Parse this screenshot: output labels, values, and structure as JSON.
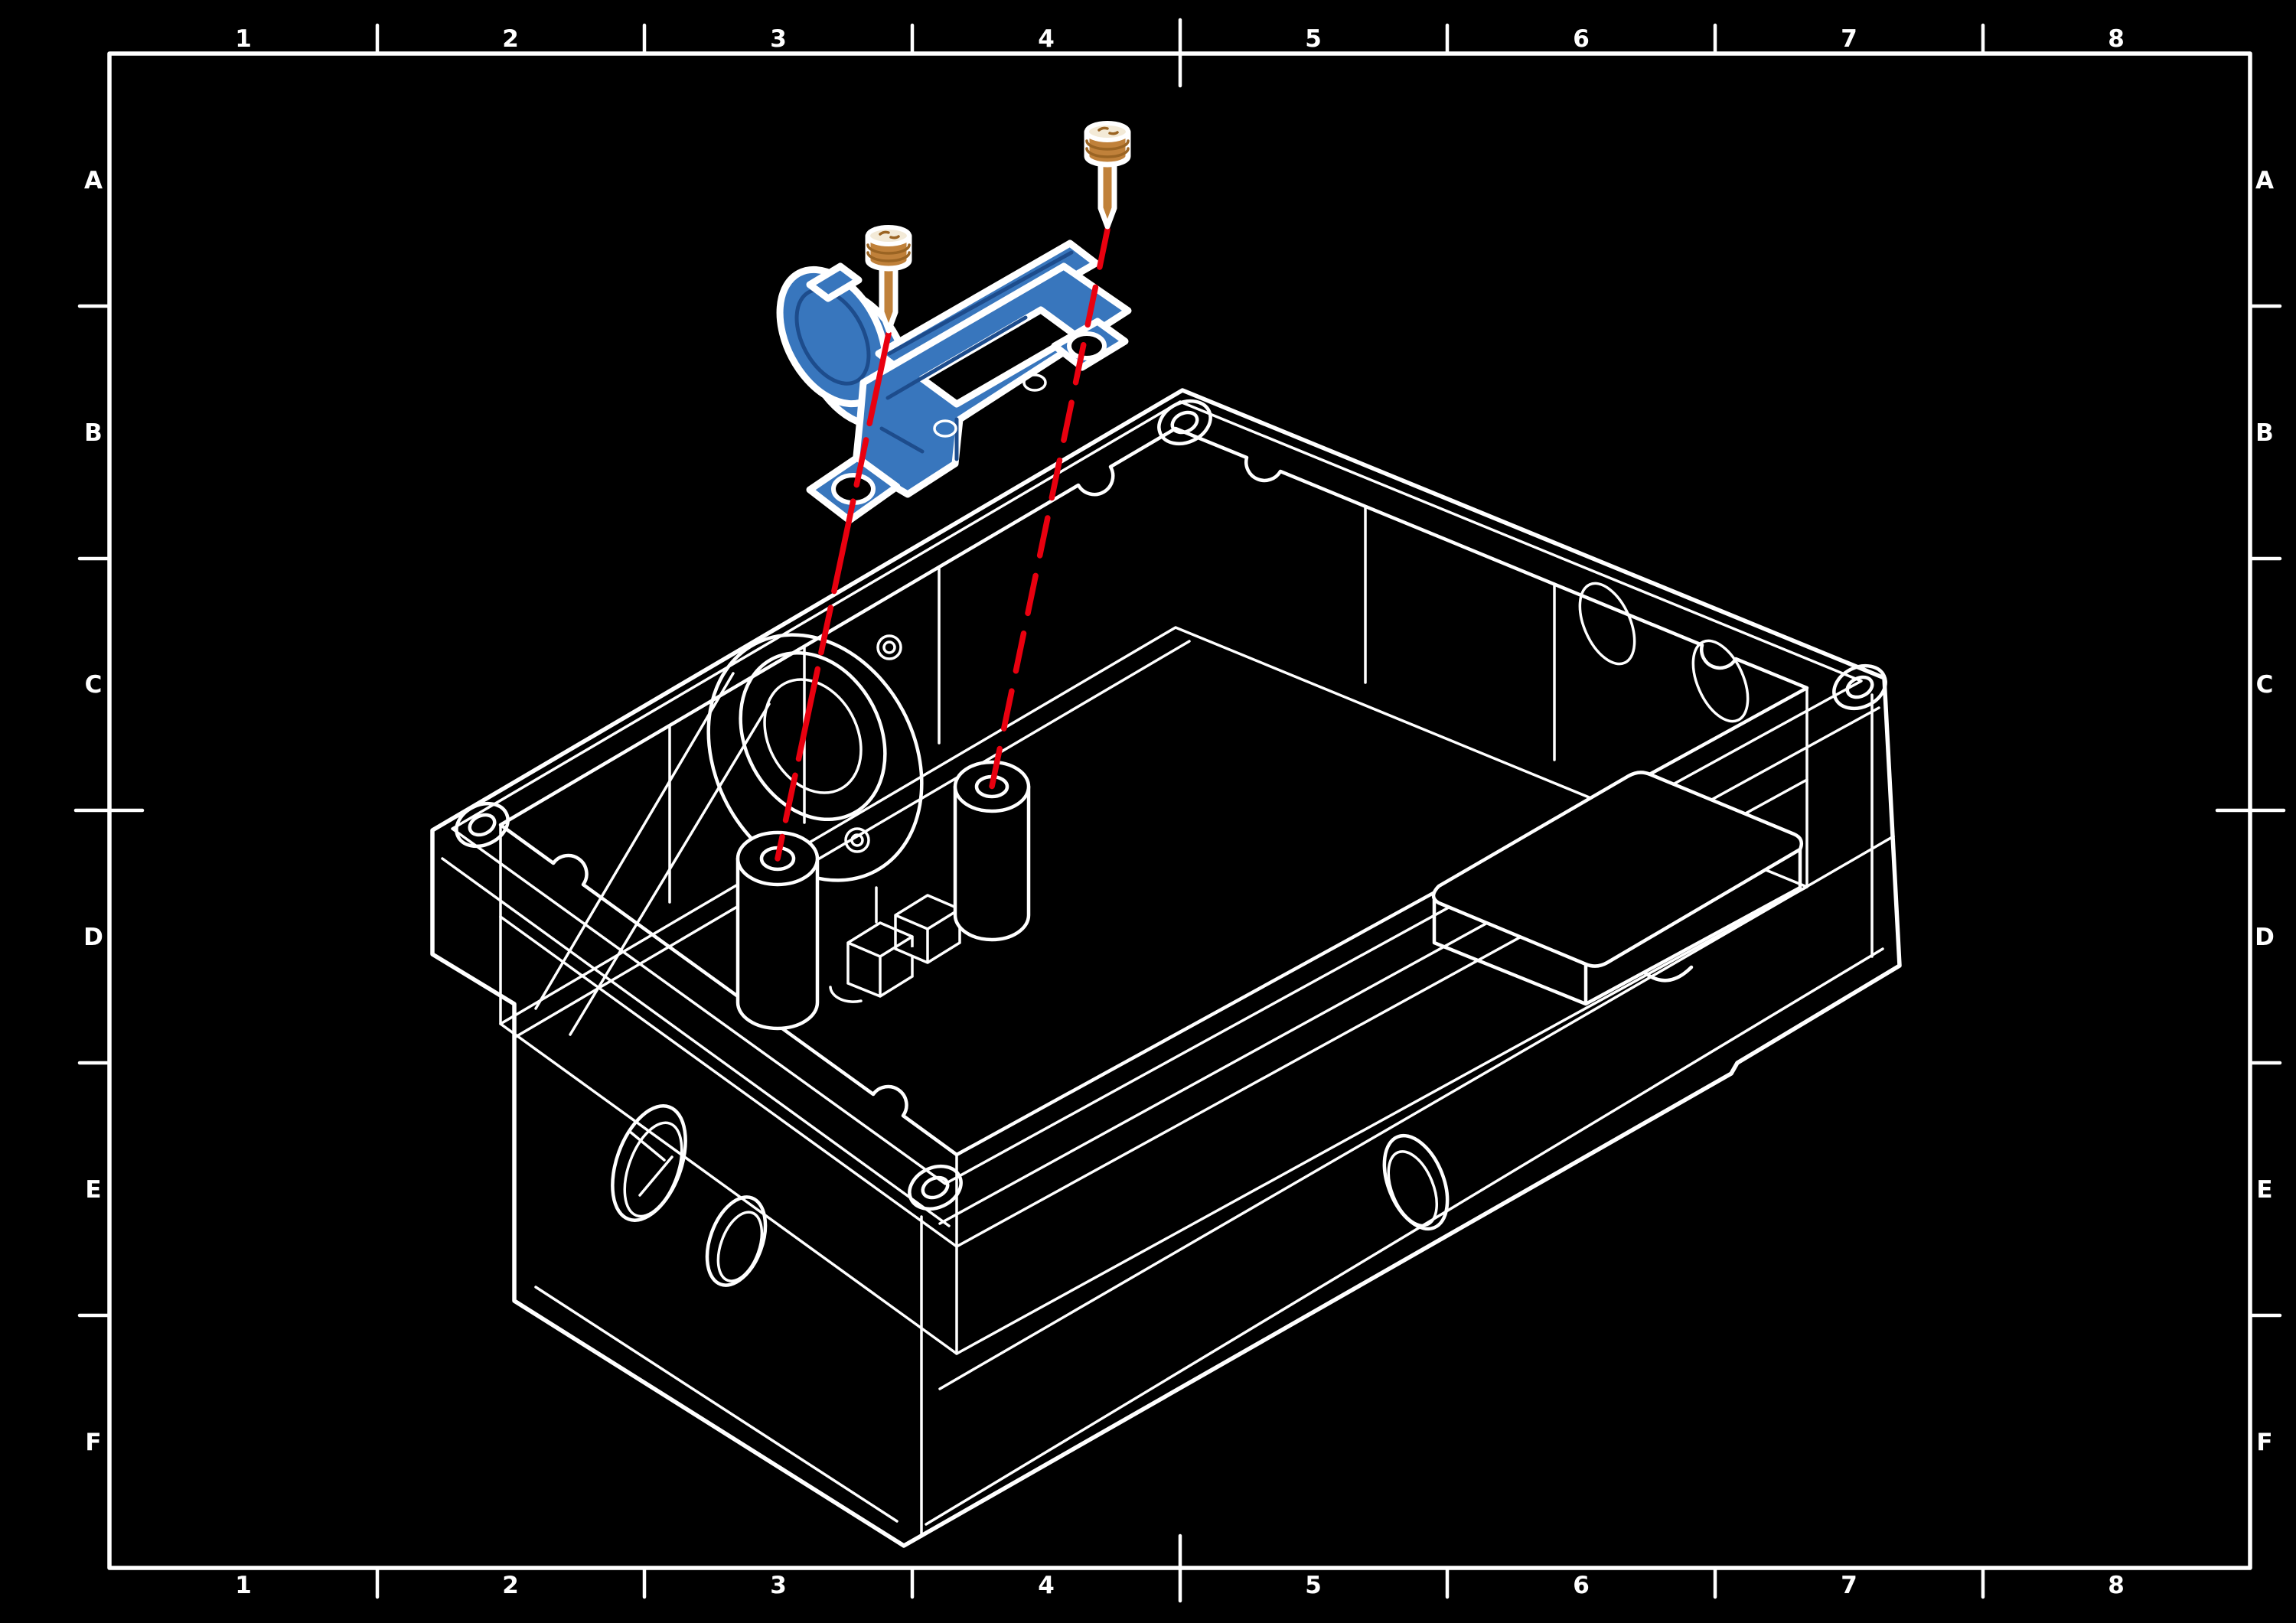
{
  "document": {
    "kind": "technical-drawing",
    "description": "Isometric exploded-view assembly drawing, white line art on black drafting sheet",
    "sheet_grid_visible": true
  },
  "grid": {
    "columns": [
      "1",
      "2",
      "3",
      "4",
      "5",
      "6",
      "7",
      "8"
    ],
    "rows": [
      "A",
      "B",
      "C",
      "D",
      "E",
      "F"
    ]
  },
  "colors": {
    "background": "#000000",
    "line": "#ffffff",
    "highlight_fill": "#3876bd",
    "highlight_line": "#1d4c8c",
    "screw_body": "#c0813a",
    "screw_head_top": "#f3ead7",
    "leader_line": "#e9000f"
  },
  "drawing": {
    "highlighted_part_count": 1,
    "screw_count": 2,
    "corner_screw_hole_count": 4,
    "leader_line_left_style": "solid with long dashes",
    "leader_line_right_style": "dashed"
  }
}
